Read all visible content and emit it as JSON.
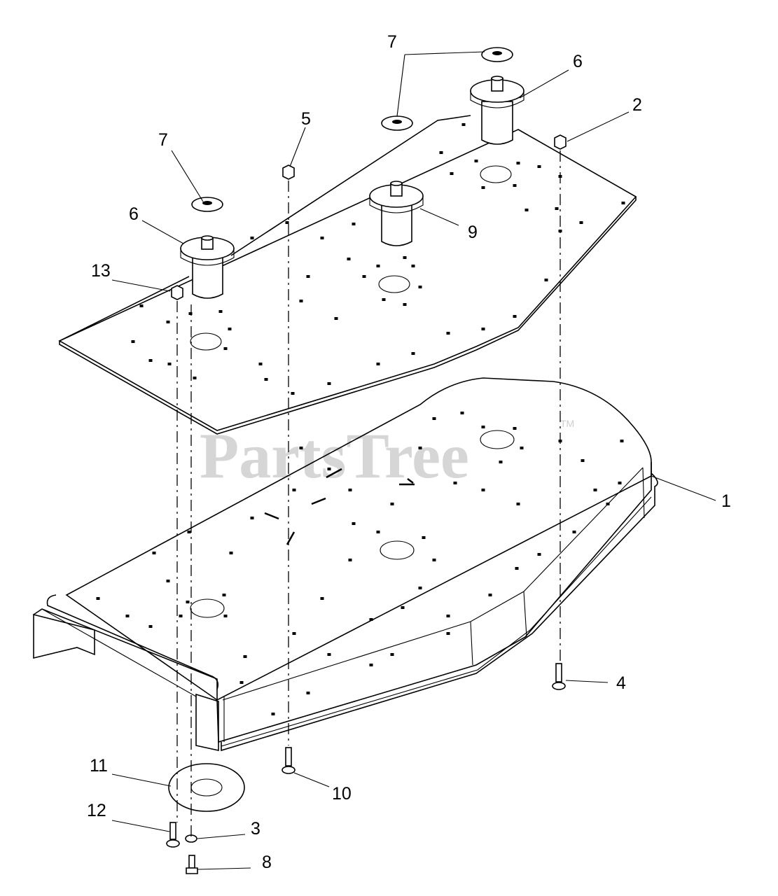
{
  "watermark": {
    "text": "PartsTree",
    "trademark": "TM"
  },
  "callouts": [
    {
      "id": "c1",
      "label": "1",
      "part": "deck-housing"
    },
    {
      "id": "c2",
      "label": "2",
      "part": "hex-nut"
    },
    {
      "id": "c3",
      "label": "3",
      "part": "washer"
    },
    {
      "id": "c4",
      "label": "4",
      "part": "carriage-bolt"
    },
    {
      "id": "c5",
      "label": "5",
      "part": "hex-nut"
    },
    {
      "id": "c6a",
      "label": "6",
      "part": "spindle-assembly"
    },
    {
      "id": "c6b",
      "label": "6",
      "part": "spindle-assembly"
    },
    {
      "id": "c7a",
      "label": "7",
      "part": "spacer-washer"
    },
    {
      "id": "c7b",
      "label": "7",
      "part": "spacer-washer"
    },
    {
      "id": "c8",
      "label": "8",
      "part": "hex-bolt"
    },
    {
      "id": "c9",
      "label": "9",
      "part": "spindle-assembly-center"
    },
    {
      "id": "c10",
      "label": "10",
      "part": "carriage-bolt"
    },
    {
      "id": "c11",
      "label": "11",
      "part": "spindle-plate"
    },
    {
      "id": "c12",
      "label": "12",
      "part": "carriage-bolt"
    },
    {
      "id": "c13",
      "label": "13",
      "part": "hex-nut"
    }
  ]
}
